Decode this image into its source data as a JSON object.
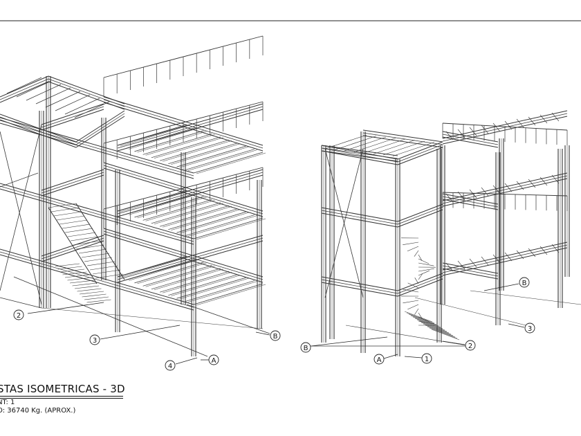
{
  "drawing": {
    "title": "STAS ISOMETRICAS - 3D",
    "count_line": "NT:  1",
    "weight_line": "O:  36740 Kg. (APROX.)"
  },
  "left_view": {
    "grid_labels": [
      "2",
      "3",
      "4",
      "A",
      "B"
    ]
  },
  "right_view": {
    "grid_labels": [
      "B",
      "A",
      "1",
      "2",
      "3",
      "B"
    ]
  }
}
